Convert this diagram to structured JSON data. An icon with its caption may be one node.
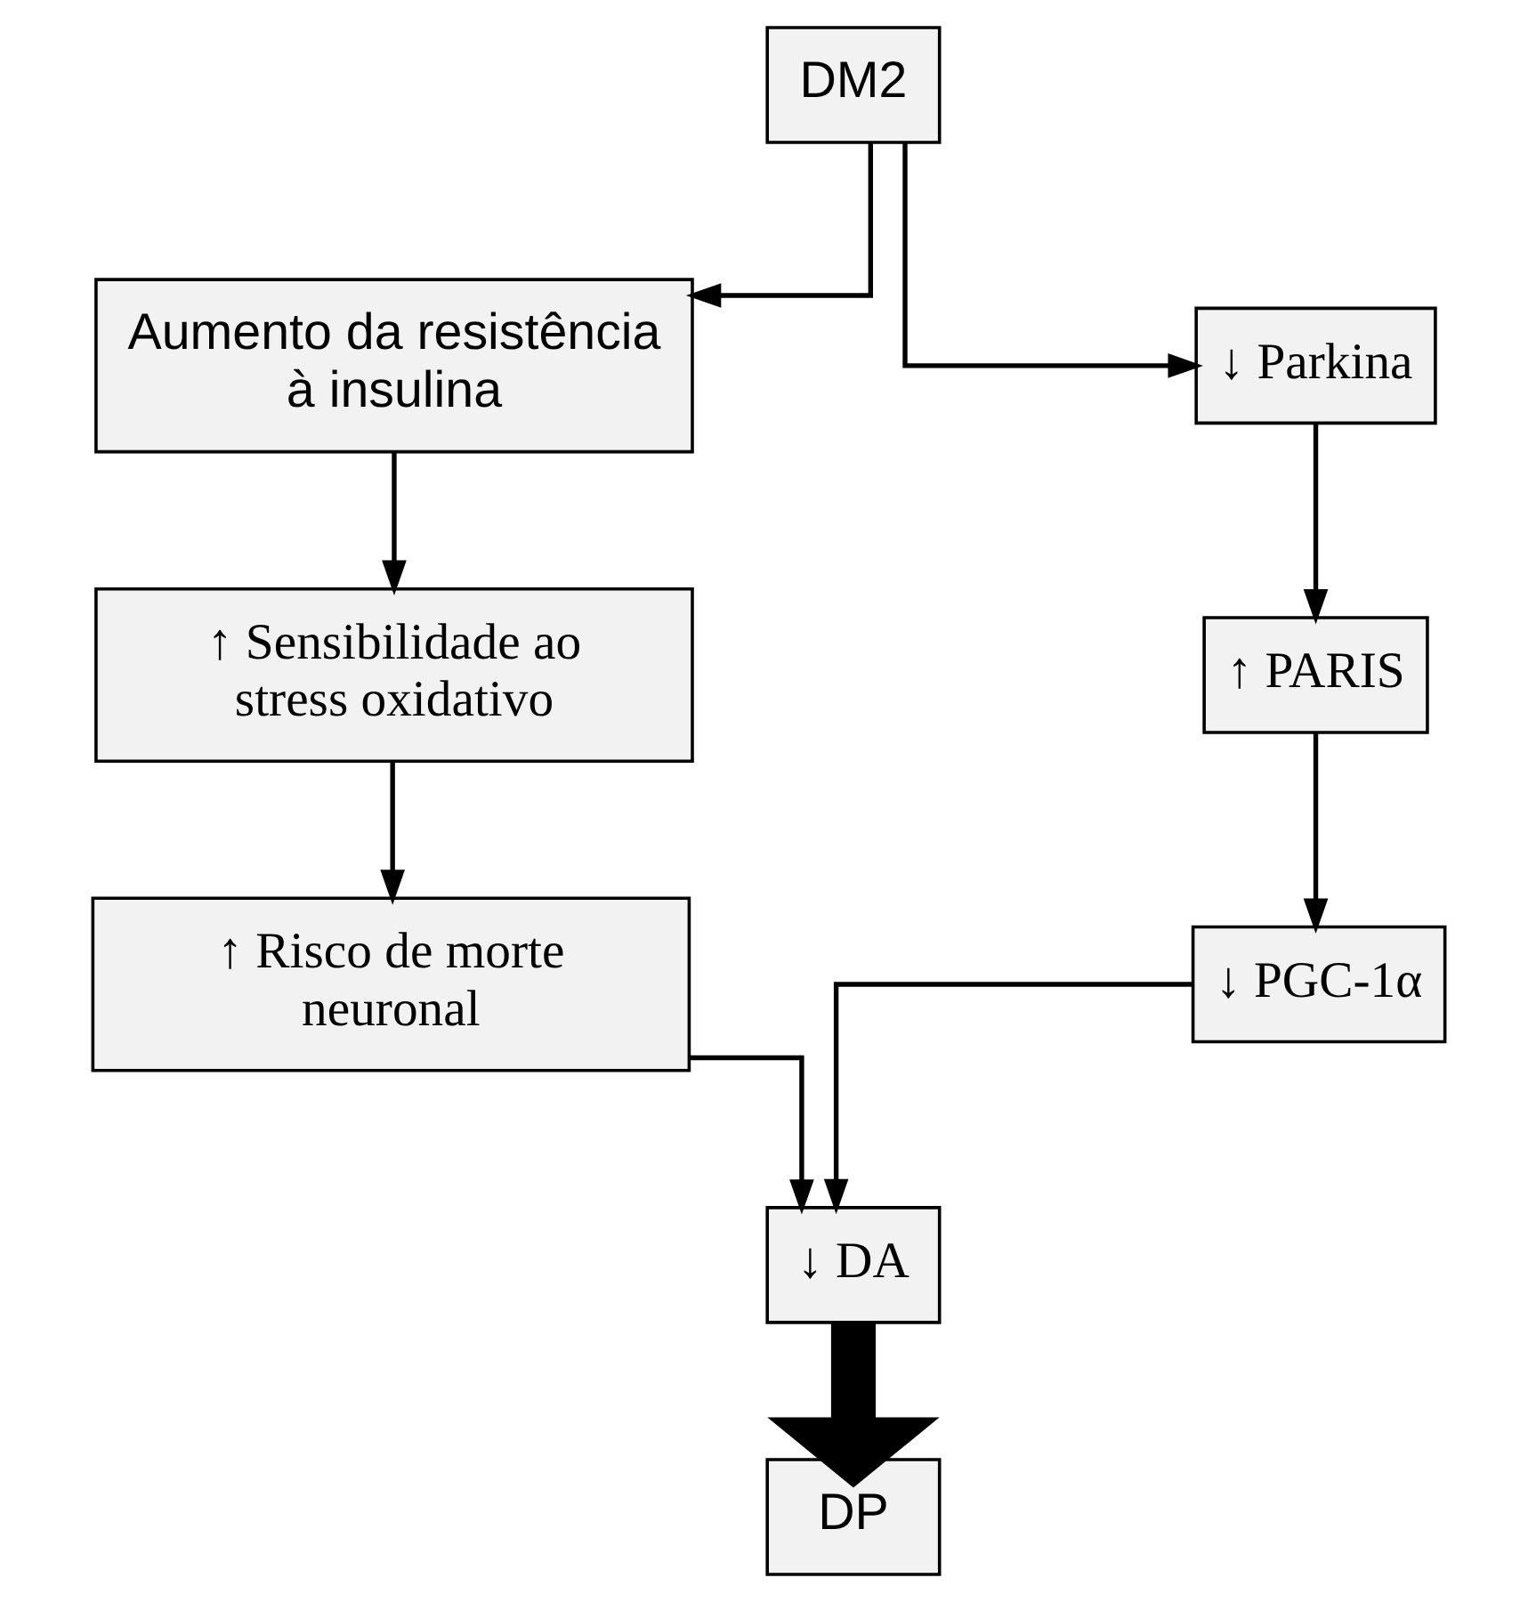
{
  "diagram": {
    "nodes": [
      {
        "text": [
          "DM2"
        ]
      },
      {
        "text": [
          "Aumento da resistência à insulina"
        ]
      },
      {
        "text": [
          "↑ Sensibilidade ao stress oxidativo"
        ]
      },
      {
        "text": [
          "↑ Risco de morte neuronal"
        ]
      },
      {
        "text": [
          "↓ Parkina"
        ]
      },
      {
        "text": [
          "↑ PARIS"
        ]
      },
      {
        "text": [
          "↓ PGC-1α"
        ]
      },
      {
        "text": [
          "↓ DA"
        ]
      },
      {
        "text": [
          "DP"
        ]
      }
    ],
    "edges": [
      {
        "from": 0,
        "to": 1,
        "arrow": "to"
      },
      {
        "from": 0,
        "to": 4,
        "arrow": "to"
      },
      {
        "from": 1,
        "to": 2,
        "arrow": "to"
      },
      {
        "from": 2,
        "to": 3,
        "arrow": "to"
      },
      {
        "from": 4,
        "to": 5,
        "arrow": "to"
      },
      {
        "from": 5,
        "to": 6,
        "arrow": "to"
      },
      {
        "from": 3,
        "to": 7,
        "arrow": "to"
      },
      {
        "from": 6,
        "to": 7,
        "arrow": "to"
      },
      {
        "from": 7,
        "to": 8,
        "arrow": "to",
        "style": "thick"
      }
    ]
  }
}
